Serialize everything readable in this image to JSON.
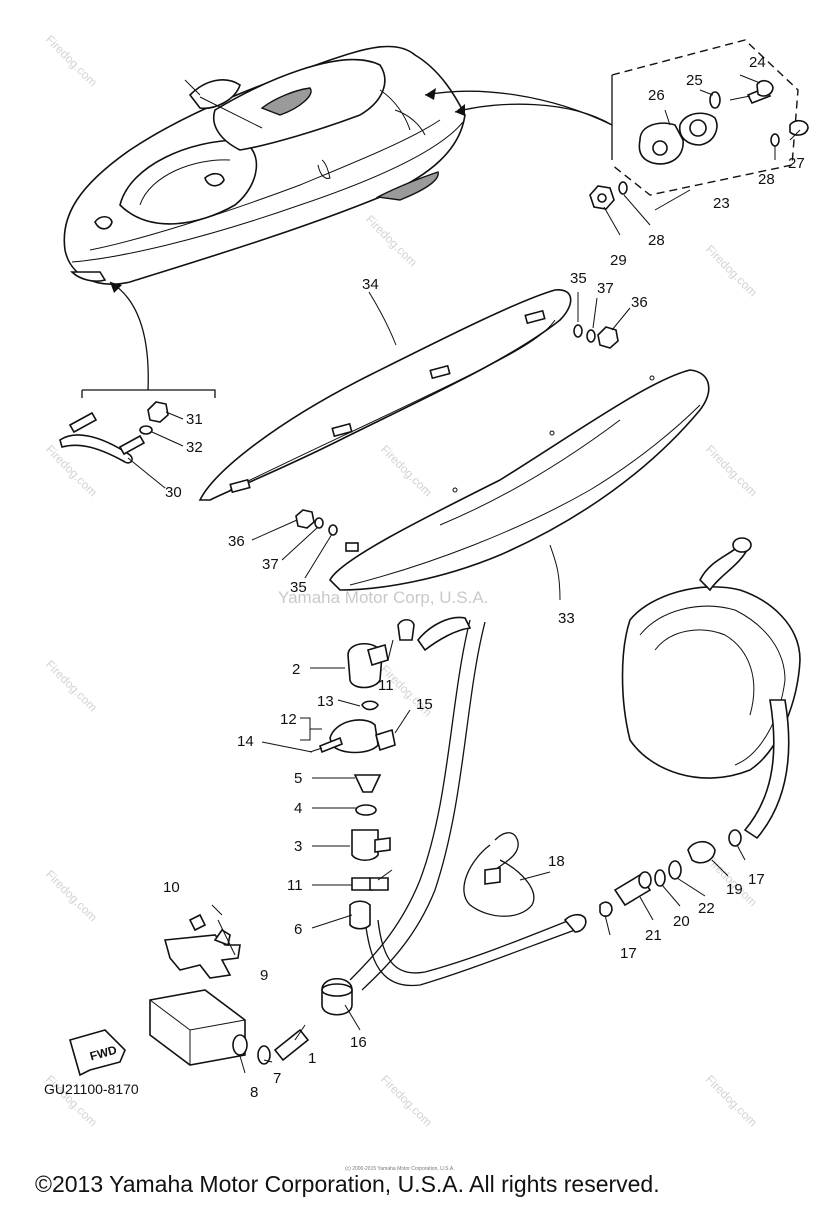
{
  "diagram": {
    "diagram_code": "GU21100-8170",
    "fwd_label": "FWD",
    "center_watermark": "Yamaha Motor Corp, U.S.A.",
    "site_watermark": "Firedog.com",
    "bottom_tiny_text": "(c) 2000-2015 Yamaha Motor Corporation, U.S.A.",
    "copyright": "©2013 Yamaha Motor Corporation, U.S.A. All rights reserved.",
    "callouts": {
      "c1": "1",
      "c2": "2",
      "c3": "3",
      "c4": "4",
      "c5": "5",
      "c6": "6",
      "c7": "7",
      "c8": "8",
      "c9": "9",
      "c10": "10",
      "c11a": "11",
      "c11b": "11",
      "c12": "12",
      "c13": "13",
      "c14": "14",
      "c15": "15",
      "c16": "16",
      "c17a": "17",
      "c17b": "17",
      "c18": "18",
      "c19": "19",
      "c20": "20",
      "c21": "21",
      "c22": "22",
      "c23": "23",
      "c24": "24",
      "c25": "25",
      "c26": "26",
      "c27": "27",
      "c28a": "28",
      "c28b": "28",
      "c29": "29",
      "c30": "30",
      "c31": "31",
      "c32": "32",
      "c33": "33",
      "c34": "34",
      "c35a": "35",
      "c35b": "35",
      "c36a": "36",
      "c36b": "36",
      "c37a": "37",
      "c37b": "37"
    }
  }
}
